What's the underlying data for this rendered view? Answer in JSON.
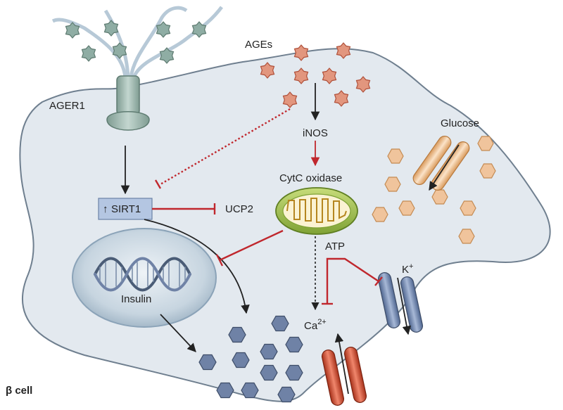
{
  "labels": {
    "ages": "AGEs",
    "ager1": "AGER1",
    "glucose": "Glucose",
    "inos": "iNOS",
    "cytc_oxidase": "CytC oxidase",
    "sirt1_arrow": "↑",
    "sirt1": "SIRT1",
    "ucp2": "UCP2",
    "atp": "ATP",
    "insulin": "Insulin",
    "k_base": "K",
    "k_sup": "+",
    "ca_base": "Ca",
    "ca_sup": "2+",
    "cell_label": "β cell"
  },
  "colors": {
    "cell_fill": "#e3e9ef",
    "cell_stroke": "#6f7f8f",
    "inhibit": "#c0272d",
    "activate": "#222222",
    "age_star": "#e2967e",
    "receptor_star": "#8fada4",
    "glucose_hex": "#f0c49c",
    "granule": "#6f82a6",
    "mito_outer": "#8aae3c",
    "k_channel": "#6f86ad",
    "ca_channel": "#cf4a2c",
    "glut_channel": "#eebf8f",
    "nucleus": "#a9bccb"
  },
  "icons": [
    "age-star",
    "receptor-star",
    "glucose-hexagon",
    "insulin-granule",
    "mitochondrion",
    "dna-helix",
    "ion-channel"
  ]
}
